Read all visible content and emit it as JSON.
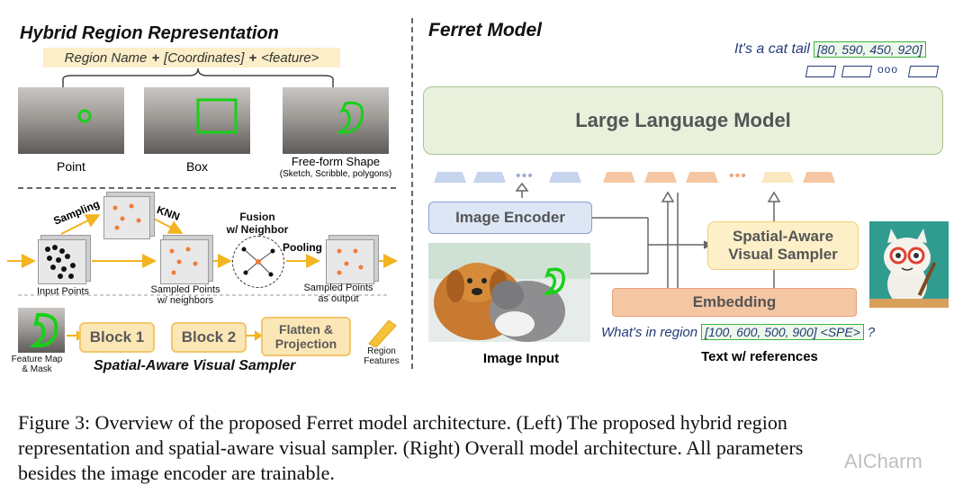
{
  "left": {
    "title": "Hybrid Region Representation",
    "region_formula": {
      "name": "Region Name",
      "plus1": "+",
      "coords": "[Coordinates]",
      "plus2": "+",
      "feature": "<feature>"
    },
    "examples": [
      {
        "label": "Point"
      },
      {
        "label": "Box"
      },
      {
        "label": "Free-form Shape",
        "sublabel": "(Sketch, Scribble, polygons)"
      }
    ],
    "sampler": {
      "sampling": "Sampling",
      "knn": "KNN",
      "fusion_line1": "Fusion",
      "fusion_line2": "w/ Neighbor",
      "pooling": "Pooling",
      "input_points": "Input Points",
      "sampled_points_line1": "Sampled Points",
      "sampled_points_line2": "w/ neighbors",
      "output_line1": "Sampled Points",
      "output_line2": "as output",
      "feature_map_line1": "Feature Map",
      "feature_map_line2": "& Mask",
      "block1": "Block 1",
      "block2": "Block 2",
      "flatten_line1": "Flatten &",
      "flatten_line2": "Projection",
      "region_line1": "Region",
      "region_line2": "Features",
      "title": "Spatial-Aware Visual Sampler"
    }
  },
  "right": {
    "title": "Ferret Model",
    "output_text": "It's a cat tail",
    "output_coords": "[80, 590, 450, 920]",
    "output_ellipsis": "ooo",
    "llm": "Large Language Model",
    "token_ellipsis": "•••",
    "image_encoder": "Image Encoder",
    "sampler_line1": "Spatial-Aware",
    "sampler_line2": "Visual Sampler",
    "embedding": "Embedding",
    "query_text": "What's in region",
    "query_coords": "[100, 600, 500, 900] <SPE>",
    "query_q": "?",
    "image_input_label": "Image Input",
    "text_ref_label": "Text w/ references"
  },
  "caption": {
    "line1": "Figure 3: Overview of the proposed Ferret model architecture. (Left) The proposed hybrid region",
    "line2": "representation and spatial-aware visual sampler. (Right) Overall model architecture. All parameters",
    "line3": "besides the image encoder are trainable."
  },
  "watermark": "AICharm",
  "colors": {
    "llm_bg": "#e9f1dd",
    "encoder_bg": "#dde6f5",
    "sampler_bg": "#fdf0c8",
    "embedding_bg": "#f5c6a3",
    "highlight_green": "#3bb33b",
    "navy": "#223a78"
  }
}
